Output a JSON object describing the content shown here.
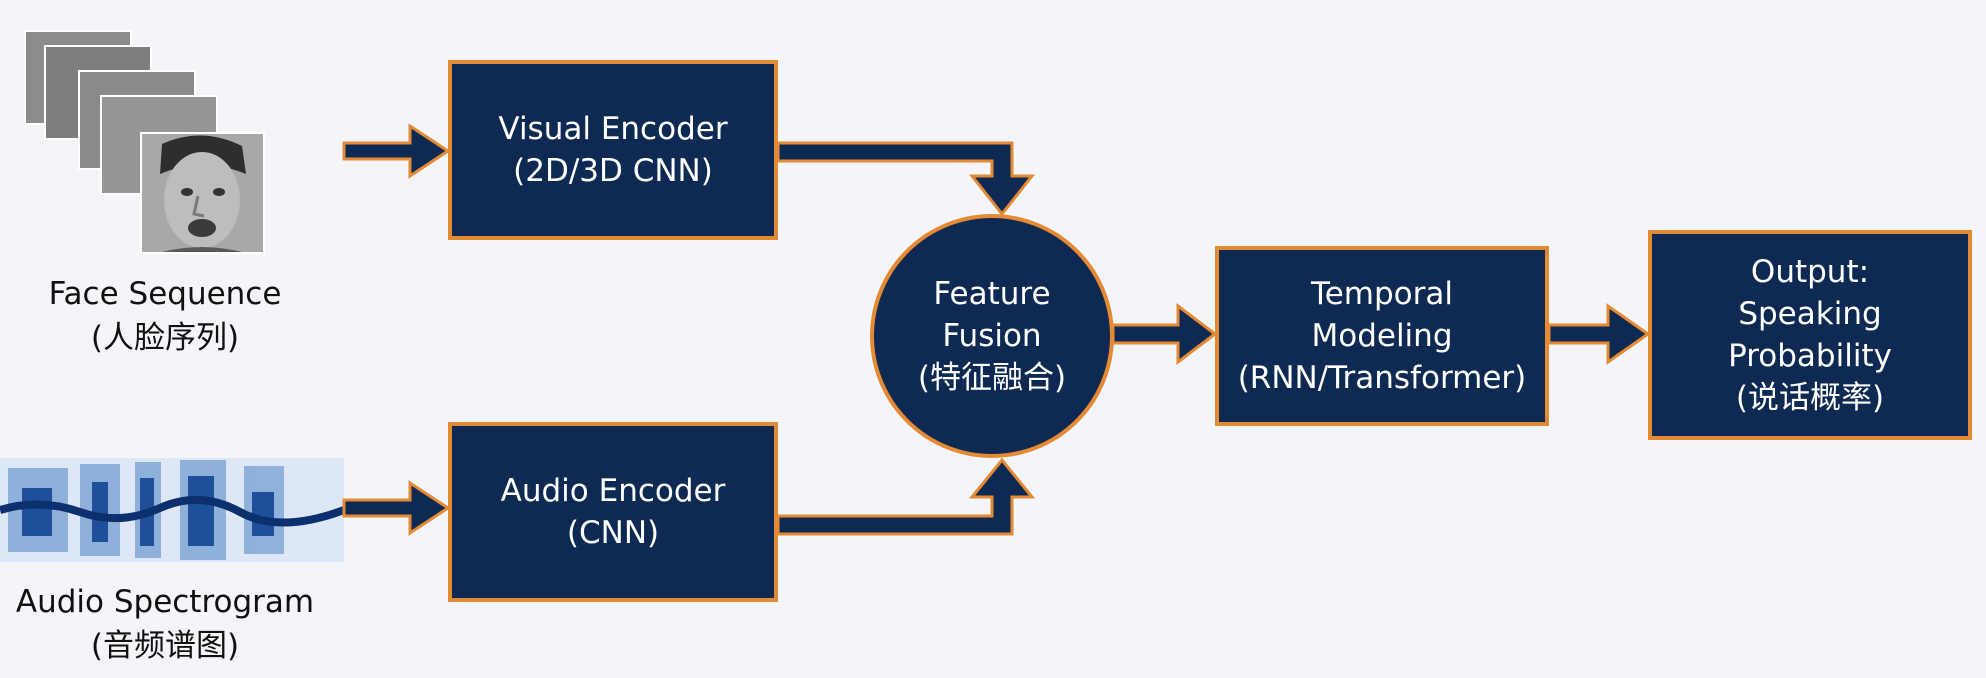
{
  "inputs": {
    "face": {
      "caption_en": "Face Sequence",
      "caption_zh": "(人脸序列)",
      "icon": "face-image-stack"
    },
    "audio": {
      "caption_en": "Audio Spectrogram",
      "caption_zh": "(音频谱图)",
      "icon": "spectrogram-image"
    }
  },
  "nodes": {
    "visual_encoder": {
      "line1": "Visual Encoder",
      "line2": "(2D/3D CNN)"
    },
    "audio_encoder": {
      "line1": "Audio Encoder",
      "line2": "(CNN)"
    },
    "fusion": {
      "line1": "Feature",
      "line2": "Fusion",
      "line3": "(特征融合)"
    },
    "temporal": {
      "line1": "Temporal",
      "line2": "Modeling",
      "line3": "(RNN/Transformer)"
    },
    "output": {
      "line1": "Output:",
      "line2": "Speaking",
      "line3": "Probability",
      "line4": "(说话概率)"
    }
  },
  "colors": {
    "box_fill": "#0f2a52",
    "box_border": "#e58a34",
    "arrow": "#0f2a52",
    "background": "#f3f5f8"
  }
}
